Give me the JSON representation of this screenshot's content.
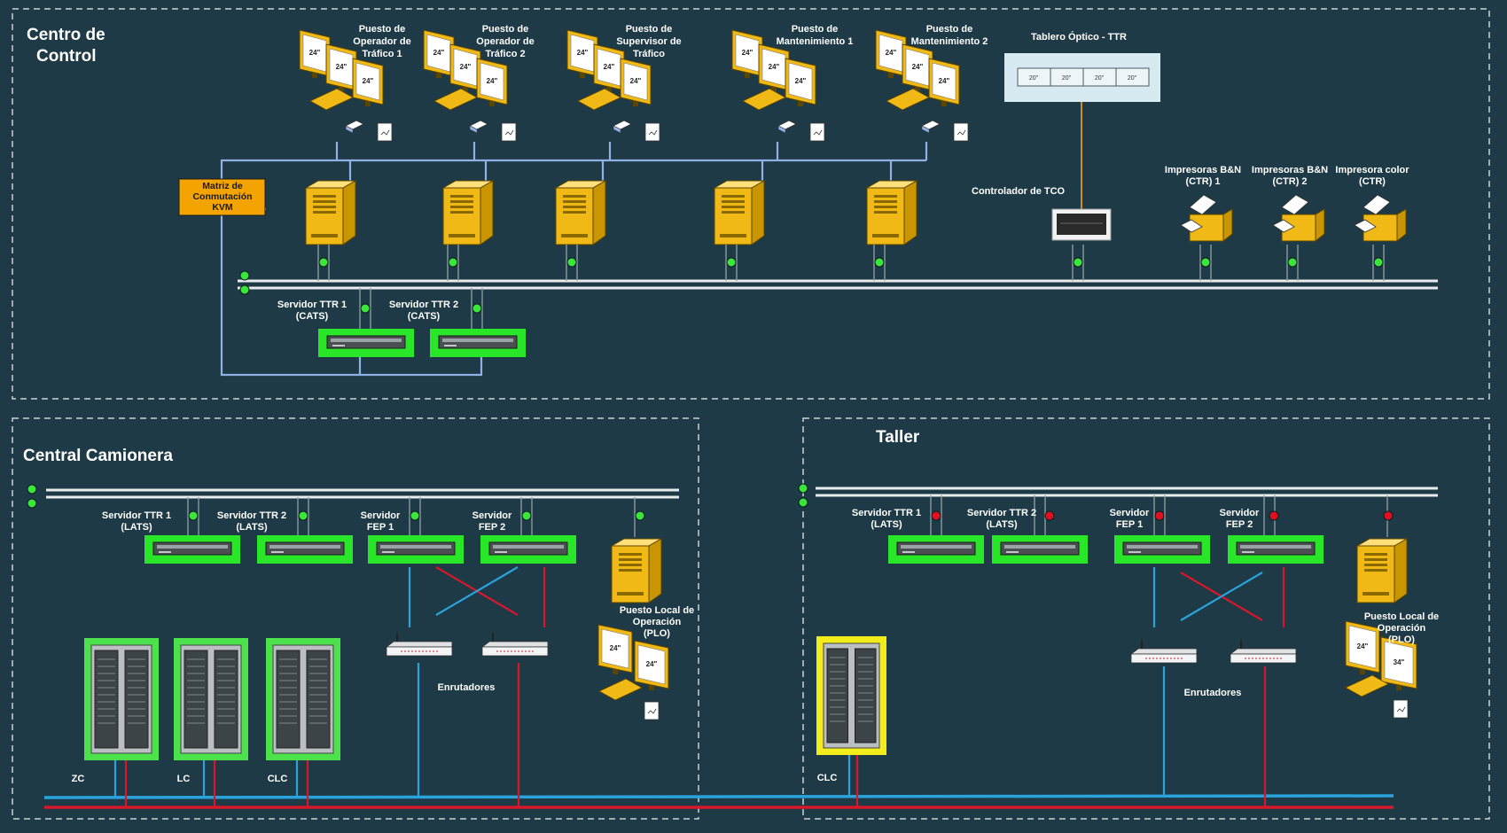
{
  "colors": {
    "background": "#1d3a46",
    "zone_border": "#c9d3d6",
    "bus": "#e8ecec",
    "blue_link": "#2aa3dd",
    "red_link": "#d8182a",
    "kvm_link": "#8fb1e6",
    "status_green": "#39e639",
    "status_red": "#e0101e",
    "server_highlight": "#29e629",
    "rack_highlight_green": "#4be24b",
    "rack_highlight_yellow": "#f2ec1a",
    "workstation_gold": "#f0b915",
    "kvm_box": "#f4a400",
    "ttr_board": "#d8eaf1",
    "tco_link": "#d08b2a"
  },
  "zones": {
    "control": {
      "title_line1": "Centro de",
      "title_line2": "Control"
    },
    "central": {
      "title": "Central Camionera"
    },
    "taller": {
      "title": "Taller"
    }
  },
  "control": {
    "workstations": [
      {
        "label_lines": [
          "Puesto de",
          "Operador de",
          "Tráfico 1"
        ],
        "monitor_labels": [
          "24\"",
          "24\"",
          "24\""
        ]
      },
      {
        "label_lines": [
          "Puesto de",
          "Operador de",
          "Tráfico 2"
        ],
        "monitor_labels": [
          "24\"",
          "24\"",
          "24\""
        ]
      },
      {
        "label_lines": [
          "Puesto de",
          "Supervisor de",
          "Tráfico"
        ],
        "monitor_labels": [
          "24\"",
          "24\"",
          "24\""
        ]
      },
      {
        "label_lines": [
          "Puesto de",
          "Mantenimiento 1"
        ],
        "monitor_labels": [
          "24\"",
          "24\"",
          "24\""
        ]
      },
      {
        "label_lines": [
          "Puesto de",
          "Mantenimiento 2"
        ],
        "monitor_labels": [
          "24\"",
          "24\"",
          "24\""
        ]
      }
    ],
    "kvm": {
      "lines": [
        "Matriz de",
        "Conmutación",
        "KVM"
      ]
    },
    "ttr_board": {
      "title": "Tablero Óptico - TTR",
      "segments": [
        "20\"",
        "20\"",
        "20\"",
        "20\""
      ]
    },
    "tco": {
      "label": "Controlador de TCO"
    },
    "printers": [
      {
        "label_lines": [
          "Impresoras B&N",
          "(CTR) 1"
        ]
      },
      {
        "label_lines": [
          "Impresoras B&N",
          "(CTR) 2"
        ]
      },
      {
        "label_lines": [
          "Impresora color",
          "(CTR)"
        ]
      }
    ],
    "servers": [
      {
        "label_lines": [
          "Servidor TTR 1",
          "(CATS)"
        ]
      },
      {
        "label_lines": [
          "Servidor TTR 2",
          "(CATS)"
        ]
      }
    ]
  },
  "central": {
    "servers": [
      {
        "label_lines": [
          "Servidor TTR 1",
          "(LATS)"
        ]
      },
      {
        "label_lines": [
          "Servidor TTR 2",
          "(LATS)"
        ]
      },
      {
        "label_lines": [
          "Servidor",
          "FEP 1"
        ]
      },
      {
        "label_lines": [
          "Servidor",
          "FEP 2"
        ]
      }
    ],
    "plo": {
      "label_lines": [
        "Puesto Local de",
        "Operación",
        "(PLO)"
      ],
      "monitor_labels": [
        "24\"",
        "24\""
      ]
    },
    "routers_label": "Enrutadores",
    "racks": [
      "ZC",
      "LC",
      "CLC"
    ]
  },
  "taller": {
    "servers": [
      {
        "label_lines": [
          "Servidor TTR 1",
          "(LATS)"
        ]
      },
      {
        "label_lines": [
          "Servidor TTR 2",
          "(LATS)"
        ]
      },
      {
        "label_lines": [
          "Servidor",
          "FEP 1"
        ]
      },
      {
        "label_lines": [
          "Servidor",
          "FEP 2"
        ]
      }
    ],
    "plo": {
      "label_lines": [
        "Puesto Local de",
        "Operación",
        "(PLO)"
      ],
      "monitor_labels": [
        "24\"",
        "34\""
      ]
    },
    "routers_label": "Enrutadores",
    "racks": [
      "CLC"
    ]
  }
}
